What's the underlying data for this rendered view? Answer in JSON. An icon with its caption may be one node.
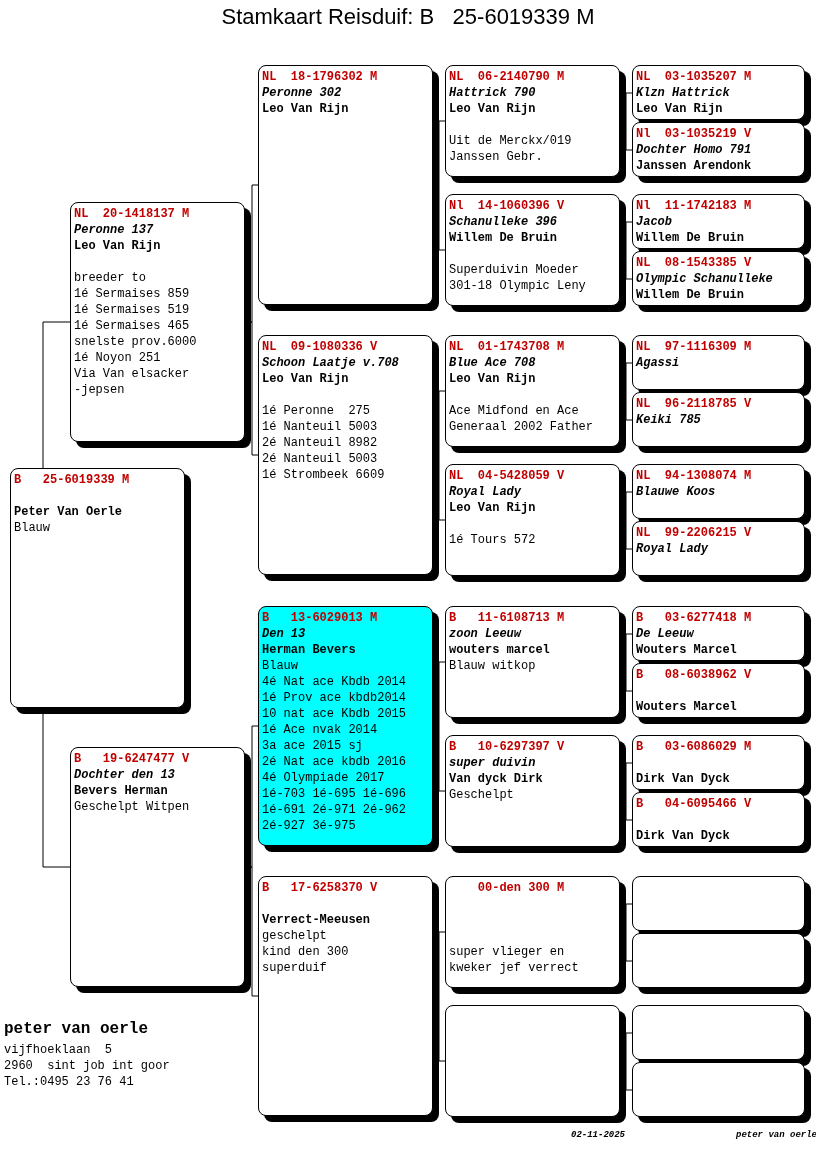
{
  "diagram": {
    "title": "Stamkaart Reisduif: B   25-6019339 M",
    "nodes": [
      {
        "text": [
          "B   25-6019339 M",
          "Peter Van Oerle",
          "Blauw"
        ]
      },
      {
        "text": [
          "NL  20-1418137 M",
          "Peronne 137",
          "Leo Van Rijn",
          "breeder to",
          "1é Sermaises 859",
          "1é Sermaises 519",
          "1é Sermaises 465",
          "snelste prov.6000",
          "1é Noyon 251",
          "Via Van elsacker",
          "-jepsen"
        ]
      },
      {
        "text": [
          "B   19-6247477 V",
          "Dochter den 13",
          "Bevers Herman",
          "Geschelpt Witpen"
        ]
      },
      {
        "text": [
          "NL  18-1796302 M",
          "Peronne 302",
          "Leo Van Rijn"
        ]
      },
      {
        "text": [
          "NL  09-1080336 V",
          "Schoon Laatje v.708",
          "Leo Van Rijn",
          "1é Peronne  275",
          "1é Nanteuil 5003",
          "2é Nanteuil 8982",
          "2é Nanteuil 5003",
          "1é Strombeek 6609"
        ]
      },
      {
        "text": [
          "B   13-6029013 M",
          "Den 13",
          "Herman Bevers",
          "Blauw",
          "4é Nat ace Kbdb 2014",
          "1é Prov ace kbdb2014",
          "10 nat ace Kbdb 2015",
          "1é Ace nvak 2014",
          "3a ace 2015 sj",
          "2é Nat ace kbdb 2016",
          "4é Olympiade 2017",
          "1é-703 1é-695 1é-696",
          "1é-691 2é-971 2é-962",
          "2é-927 3é-975"
        ]
      },
      {
        "text": [
          "B   17-6258370 V",
          "Verrect-Meeusen",
          "geschelpt",
          "kind den 300",
          "superduif"
        ]
      },
      {
        "text": [
          "NL  06-2140790 M",
          "Hattrick 790",
          "Leo Van Rijn",
          "Uit de Merckx/019",
          "Janssen Gebr."
        ]
      },
      {
        "text": [
          "Nl  14-1060396 V",
          "Schanulleke 396",
          "Willem De Bruin",
          "Superduivin Moeder",
          "301-18 Olympic Leny"
        ]
      },
      {
        "text": [
          "NL  01-1743708 M",
          "Blue Ace 708",
          "Leo Van Rijn",
          "Ace Midfond en Ace",
          "Generaal 2002 Father"
        ]
      },
      {
        "text": [
          "NL  04-5428059 V",
          "Royal Lady",
          "Leo Van Rijn",
          "1é Tours 572"
        ]
      },
      {
        "text": [
          "B   11-6108713 M",
          "zoon Leeuw",
          "wouters marcel",
          "Blauw witkop"
        ]
      },
      {
        "text": [
          "B   10-6297397 V",
          "super duivin",
          "Van dyck Dirk",
          "Geschelpt"
        ]
      },
      {
        "text": [
          "00-den 300 M",
          "super vlieger en",
          "kweker jef verrect"
        ]
      },
      {
        "text": [],
        "shape": "box"
      },
      {
        "text": [
          "NL  03-1035207 M",
          "Klzn Hattrick",
          "Leo Van Rijn"
        ]
      },
      {
        "text": [
          "Nl  03-1035219 V",
          "Dochter Homo 791",
          "Janssen Arendonk"
        ]
      },
      {
        "text": [
          "Nl  11-1742183 M",
          "Jacob",
          "Willem De Bruin"
        ]
      },
      {
        "text": [
          "NL  08-1543385 V",
          "Olympic Schanulleke",
          "Willem De Bruin"
        ]
      },
      {
        "text": [
          "NL  97-1116309 M",
          "Agassi"
        ]
      },
      {
        "text": [
          "NL  96-2118785 V",
          "Keiki 785"
        ]
      },
      {
        "text": [
          "NL  94-1308074 M",
          "Blauwe Koos"
        ]
      },
      {
        "text": [
          "NL  99-2206215 V",
          "Royal Lady"
        ]
      },
      {
        "text": [
          "B   03-6277418 M",
          "De Leeuw",
          "Wouters Marcel"
        ]
      },
      {
        "text": [
          "B   08-6038962 V",
          "Wouters Marcel"
        ]
      },
      {
        "text": [
          "B   03-6086029 M",
          "Dirk Van Dyck"
        ]
      },
      {
        "text": [
          "B   04-6095466 V",
          "Dirk Van Dyck"
        ]
      },
      {
        "text": [],
        "shape": "box"
      },
      {
        "text": [],
        "shape": "box"
      },
      {
        "text": [],
        "shape": "box"
      },
      {
        "text": [],
        "shape": "box"
      }
    ],
    "edges": [
      {
        "from": 0,
        "to": 1,
        "arrow": "none"
      },
      {
        "from": 0,
        "to": 2,
        "arrow": "none"
      },
      {
        "from": 1,
        "to": 3,
        "arrow": "none"
      },
      {
        "from": 1,
        "to": 4,
        "arrow": "none"
      },
      {
        "from": 2,
        "to": 5,
        "arrow": "none"
      },
      {
        "from": 2,
        "to": 6,
        "arrow": "none"
      },
      {
        "from": 3,
        "to": 7,
        "arrow": "none"
      },
      {
        "from": 3,
        "to": 8,
        "arrow": "none"
      },
      {
        "from": 4,
        "to": 9,
        "arrow": "none"
      },
      {
        "from": 4,
        "to": 10,
        "arrow": "none"
      },
      {
        "from": 5,
        "to": 11,
        "arrow": "none"
      },
      {
        "from": 5,
        "to": 12,
        "arrow": "none"
      },
      {
        "from": 6,
        "to": 13,
        "arrow": "none"
      },
      {
        "from": 6,
        "to": 14,
        "arrow": "none"
      },
      {
        "from": 7,
        "to": 15,
        "arrow": "none"
      },
      {
        "from": 7,
        "to": 16,
        "arrow": "none"
      },
      {
        "from": 8,
        "to": 17,
        "arrow": "none"
      },
      {
        "from": 8,
        "to": 18,
        "arrow": "none"
      },
      {
        "from": 9,
        "to": 19,
        "arrow": "none"
      },
      {
        "from": 9,
        "to": 20,
        "arrow": "none"
      },
      {
        "from": 10,
        "to": 21,
        "arrow": "none"
      },
      {
        "from": 10,
        "to": 22,
        "arrow": "none"
      },
      {
        "from": 11,
        "to": 23,
        "arrow": "none"
      },
      {
        "from": 11,
        "to": 24,
        "arrow": "none"
      },
      {
        "from": 12,
        "to": 25,
        "arrow": "none"
      },
      {
        "from": 12,
        "to": 26,
        "arrow": "none"
      },
      {
        "from": 13,
        "to": 27,
        "arrow": "none"
      },
      {
        "from": 13,
        "to": 28,
        "arrow": "none"
      },
      {
        "from": 14,
        "to": 29,
        "arrow": "none"
      },
      {
        "from": 14,
        "to": 30,
        "arrow": "none"
      }
    ],
    "labels": [
      "peter van oerle",
      "vijfhoeklaan  5",
      "2960  sint job int goor",
      "Tel.:0495 23 76 41",
      "02-11-2025",
      "peter van oerle"
    ]
  }
}
